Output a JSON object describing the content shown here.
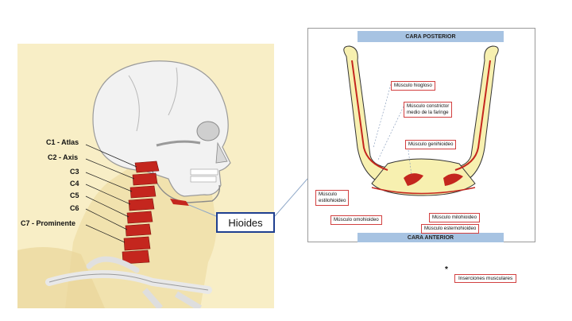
{
  "vertebrae_labels": [
    "C1 - Atlas",
    "C2 - Axis",
    "C3",
    "C4",
    "C5",
    "C6",
    "C7 - Prominente"
  ],
  "hioides_label": "Hioides",
  "right_panel": {
    "top_band": "CARA POSTERIOR",
    "bottom_band": "CARA ANTERIOR",
    "muscles": [
      "Músculo hiogloso",
      "Músculo constrictor",
      "medio de la faringe",
      "Músculo genihioideo",
      "Músculo",
      "estilohioideo",
      "Músculo omohioideo",
      "Músculo milohioideo",
      "Músculo esternohioideo"
    ]
  },
  "legend": {
    "marker": "*",
    "text": "Inserciones musculares"
  },
  "colors": {
    "background": "#f8eec6",
    "bone": "#f7f0b0",
    "muscle": "#c4261e",
    "band": "#a7c3e2",
    "box_border": "#1f3f8f"
  }
}
